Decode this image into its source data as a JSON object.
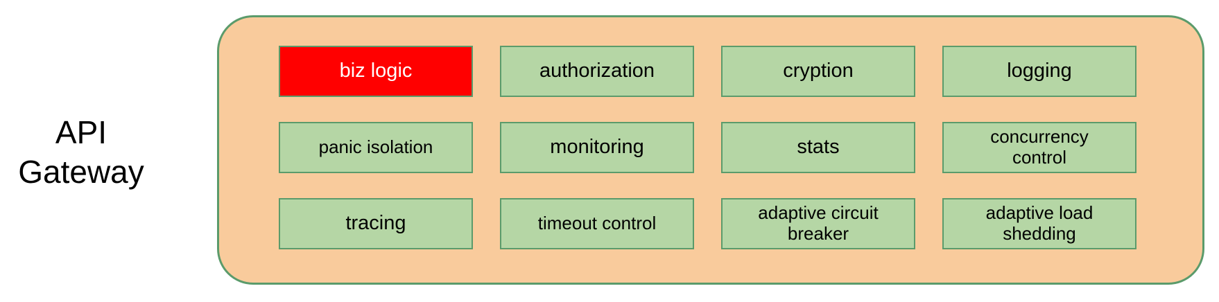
{
  "diagram": {
    "title_label": {
      "lines": [
        "API",
        "Gateway"
      ]
    },
    "gateway": {
      "boxes": [
        {
          "label": "biz logic",
          "variant": "highlight"
        },
        {
          "label": "authorization",
          "variant": "normal"
        },
        {
          "label": "cryption",
          "variant": "normal"
        },
        {
          "label": "logging",
          "variant": "normal"
        },
        {
          "label": "panic isolation",
          "variant": "normal"
        },
        {
          "label": "monitoring",
          "variant": "normal"
        },
        {
          "label": "stats",
          "variant": "normal"
        },
        {
          "label": "concurrency control",
          "variant": "normal"
        },
        {
          "label": "tracing",
          "variant": "normal"
        },
        {
          "label": "timeout control",
          "variant": "normal"
        },
        {
          "label": "adaptive circuit breaker",
          "variant": "normal"
        },
        {
          "label": "adaptive load shedding",
          "variant": "normal"
        }
      ]
    },
    "colors": {
      "container_fill": "#F9CB9C",
      "border_green": "#5B9B6B",
      "box_fill": "#B5D6A5",
      "highlight_fill": "#FF0000",
      "highlight_text": "#FFFFFF",
      "text": "#000000",
      "background": "#FFFFFF"
    }
  }
}
